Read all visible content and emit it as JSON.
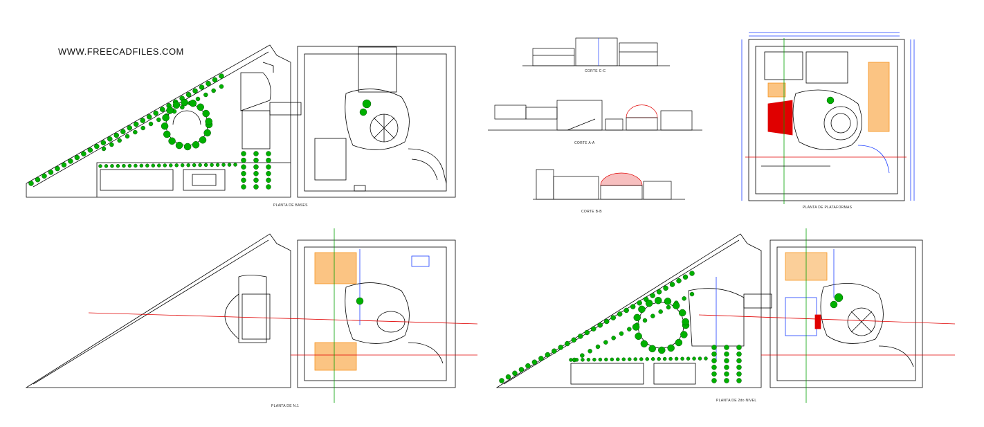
{
  "watermark": "WWW.FREECADFILES.COM",
  "captions": {
    "plan_basement": "PLANTA DE BASES",
    "section_cc": "CORTE C-C",
    "section_aa": "CORTE A-A",
    "section_bb": "CORTE B-B",
    "plan_upper_right": "PLANTA DE PLATAFORMAS",
    "plan_level_1": "PLANTA DE N.1",
    "plan_level_2": "PLANTA DE 2do NIVEL"
  },
  "colors": {
    "line": "#000000",
    "tree": "#00b000",
    "furniture": "#f7941d",
    "axis_red": "#e00000",
    "axis_green": "#00a000",
    "accent_blue": "#1a3cff",
    "accent_magenta": "#ff00ff",
    "auditorium_red": "#e00000"
  }
}
